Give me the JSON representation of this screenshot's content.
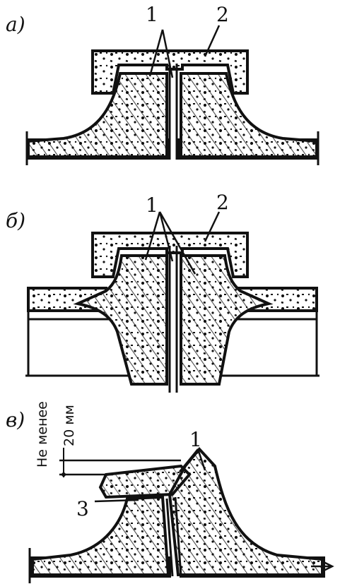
{
  "diagram": {
    "panel_a": {
      "letter": "а)",
      "callout_1": "1",
      "callout_2": "2"
    },
    "panel_b": {
      "letter": "б)",
      "callout_1": "1",
      "callout_2": "2"
    },
    "panel_c": {
      "letter": "в)",
      "callout_1": "1",
      "callout_3": "3",
      "dimension_line1": "Не менее",
      "dimension_line2": "20 мм"
    }
  },
  "colors": {
    "ink": "#111111",
    "paper": "#ffffff",
    "fill": "#f4f4f4"
  }
}
